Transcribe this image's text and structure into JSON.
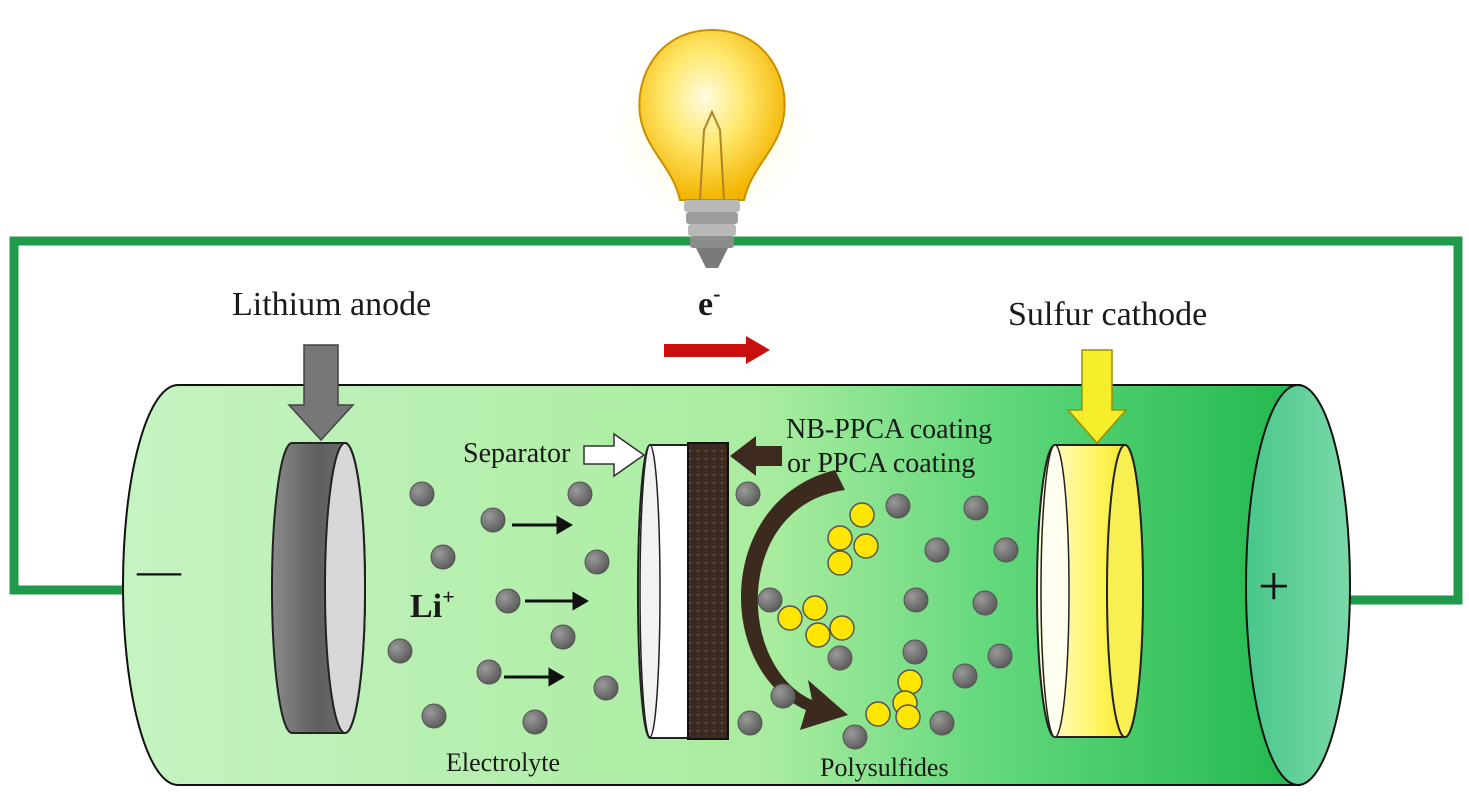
{
  "labels": {
    "electron": "e",
    "electron_sup": "-",
    "lithium_anode": "Lithium anode",
    "sulfur_cathode": "Sulfur cathode",
    "separator": "Separator",
    "coating_line1": "NB-PPCA coating",
    "coating_line2": "or PPCA coating",
    "li_ion": "Li",
    "li_ion_sup": "+",
    "electrolyte": "Electrolyte",
    "polysulfides": "Polysulfides",
    "negative_sign": "—",
    "positive_sign": "+"
  },
  "colors": {
    "wire": "#1f9a4a",
    "electrolyte_light": "#c8f5c4",
    "electrolyte_dark": "#2cc25a",
    "anode": "#6d6d6d",
    "cathode": "#f5ef2a",
    "coating": "#3b2a20",
    "electron_arrow": "#c8110e",
    "ion": "#6e6e6e",
    "polysulfide": "#ffe600",
    "bulb_glow": "#fff3a0"
  },
  "icons": {
    "bulb": "light-bulb-icon",
    "electron_arrow": "right-arrow-icon"
  }
}
